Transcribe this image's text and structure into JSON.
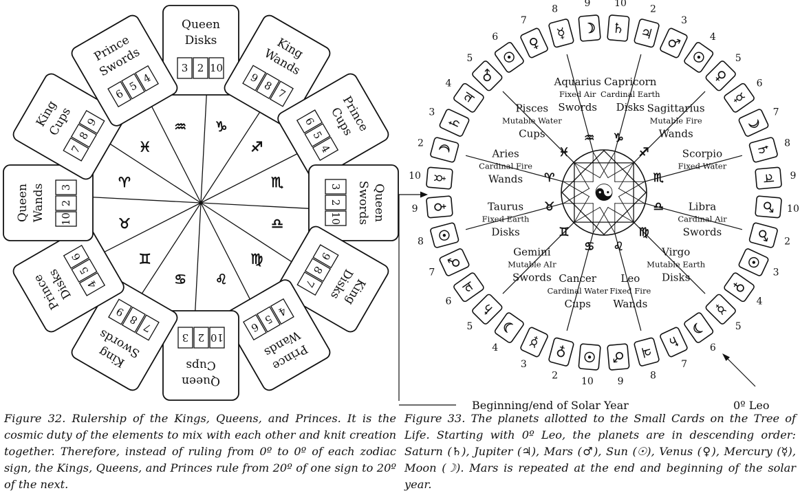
{
  "figure32": {
    "signs": [
      {
        "glyph": "♑︎"
      },
      {
        "glyph": "♐︎"
      },
      {
        "glyph": "♏︎"
      },
      {
        "glyph": "♎︎"
      },
      {
        "glyph": "♍︎"
      },
      {
        "glyph": "♌︎"
      },
      {
        "glyph": "♋︎"
      },
      {
        "glyph": "♊︎"
      },
      {
        "glyph": "♉︎"
      },
      {
        "glyph": "♈︎"
      },
      {
        "glyph": "♓︎"
      },
      {
        "glyph": "♒︎"
      }
    ],
    "courts": [
      {
        "title1": "Queen",
        "title2": "Disks",
        "nums": [
          "3",
          "2",
          "10"
        ]
      },
      {
        "title1": "King",
        "title2": "Wands",
        "nums": [
          "9",
          "8",
          "7"
        ]
      },
      {
        "title1": "Prince",
        "title2": "Cups",
        "nums": [
          "6",
          "5",
          "4"
        ]
      },
      {
        "title1": "Queen",
        "title2": "Swords",
        "nums": [
          "3",
          "2",
          "10"
        ]
      },
      {
        "title1": "King",
        "title2": "Disks",
        "nums": [
          "9",
          "8",
          "7"
        ]
      },
      {
        "title1": "Prince",
        "title2": "Wands",
        "nums": [
          "4",
          "5",
          "6"
        ]
      },
      {
        "title1": "Queen",
        "title2": "Cups",
        "nums": [
          "10",
          "2",
          "3"
        ]
      },
      {
        "title1": "King",
        "title2": "Swords",
        "nums": [
          "7",
          "8",
          "9"
        ]
      },
      {
        "title1": "Prince",
        "title2": "Disks",
        "nums": [
          "4",
          "5",
          "6"
        ]
      },
      {
        "title1": "Queen",
        "title2": "Wands",
        "nums": [
          "10",
          "2",
          "3"
        ]
      },
      {
        "title1": "King",
        "title2": "Cups",
        "nums": [
          "7",
          "8",
          "9"
        ]
      },
      {
        "title1": "Prince",
        "title2": "Swords",
        "nums": [
          "6",
          "5",
          "4"
        ]
      }
    ],
    "caption": "Figure 32. Rulership of the Kings, Queens, and Princes. It is the cosmic duty of the elements to mix with each other and knit creation together. Therefore, instead of ruling from 0º to 0º of each zodiac sign, the Kings, Queens, and Princes rule from 20º of one sign to 20º of the next."
  },
  "figure33": {
    "center_glyph": "☯",
    "signs": [
      {
        "glyph": "♑︎",
        "name": "Capricorn",
        "mode": "Cardinal Earth",
        "suit": "Disks"
      },
      {
        "glyph": "♐︎",
        "name": "Sagittarius",
        "mode": "Mutable Fire",
        "suit": "Wands"
      },
      {
        "glyph": "♏︎",
        "name": "Scorpio",
        "mode": "Fixed Water",
        "suit": ""
      },
      {
        "glyph": "♎︎",
        "name": "Libra",
        "mode": "Cardinal Air",
        "suit": "Swords"
      },
      {
        "glyph": "♍︎",
        "name": "Virgo",
        "mode": "Mutable Earth",
        "suit": "Disks"
      },
      {
        "glyph": "♌︎",
        "name": "Leo",
        "mode": "Fixed Fire",
        "suit": "Wands"
      },
      {
        "glyph": "♋︎",
        "name": "Cancer",
        "mode": "Cardinal Water",
        "suit": "Cups"
      },
      {
        "glyph": "♊︎",
        "name": "Gemini",
        "mode": "Mutable AIr",
        "suit": "Swords"
      },
      {
        "glyph": "♉︎",
        "name": "Taurus",
        "mode": "Fixed Earth",
        "suit": "Disks"
      },
      {
        "glyph": "♈︎",
        "name": "Aries",
        "mode": "Cardinal Fire",
        "suit": "Wands"
      },
      {
        "glyph": "♓︎",
        "name": "Pisces",
        "mode": "Mutable Water",
        "suit": "Cups"
      },
      {
        "glyph": "♒︎",
        "name": "Aquarius",
        "mode": "Fixed Air",
        "suit": "Swords"
      }
    ],
    "cards": [
      {
        "planet": "♄",
        "num": "10"
      },
      {
        "planet": "♃",
        "num": "2"
      },
      {
        "planet": "♂",
        "num": "3"
      },
      {
        "planet": "☉",
        "num": "4"
      },
      {
        "planet": "♀",
        "num": "5"
      },
      {
        "planet": "☿",
        "num": "6"
      },
      {
        "planet": "☽",
        "num": "7"
      },
      {
        "planet": "♄",
        "num": "8"
      },
      {
        "planet": "♃",
        "num": "9"
      },
      {
        "planet": "♂",
        "num": "10"
      },
      {
        "planet": "♂",
        "num": "2"
      },
      {
        "planet": "☉",
        "num": "3"
      },
      {
        "planet": "♀",
        "num": "4"
      },
      {
        "planet": "☿",
        "num": "5"
      },
      {
        "planet": "☽",
        "num": "6"
      },
      {
        "planet": "♄",
        "num": "7"
      },
      {
        "planet": "♃",
        "num": "8"
      },
      {
        "planet": "♂",
        "num": "9"
      },
      {
        "planet": "☉",
        "num": "10"
      },
      {
        "planet": "♀",
        "num": "2"
      },
      {
        "planet": "☿",
        "num": "3"
      },
      {
        "planet": "☽",
        "num": "4"
      },
      {
        "planet": "♄",
        "num": "5"
      },
      {
        "planet": "♃",
        "num": "6"
      },
      {
        "planet": "♂",
        "num": "7"
      },
      {
        "planet": "☉",
        "num": "8"
      },
      {
        "planet": "♀",
        "num": "9"
      },
      {
        "planet": "☿",
        "num": "10"
      },
      {
        "planet": "☽",
        "num": "2"
      },
      {
        "planet": "♄",
        "num": "3"
      },
      {
        "planet": "♃",
        "num": "4"
      },
      {
        "planet": "♂",
        "num": "5"
      },
      {
        "planet": "☉",
        "num": "6"
      },
      {
        "planet": "♀",
        "num": "7"
      },
      {
        "planet": "☿",
        "num": "8"
      },
      {
        "planet": "☽",
        "num": "9"
      }
    ],
    "label_solar_year": "Beginning/end of Solar Year",
    "label_leo": "0º Leo",
    "caption": "Figure 33. The planets allotted to the Small Cards on the Tree of Life. Starting with 0º Leo, the planets are in descending order: Saturn (♄), Jupiter (♃), Mars (♂), Sun (☉), Venus (♀), Mercury (☿), Moon (☽). Mars is repeated at the end and beginning of the solar year."
  }
}
